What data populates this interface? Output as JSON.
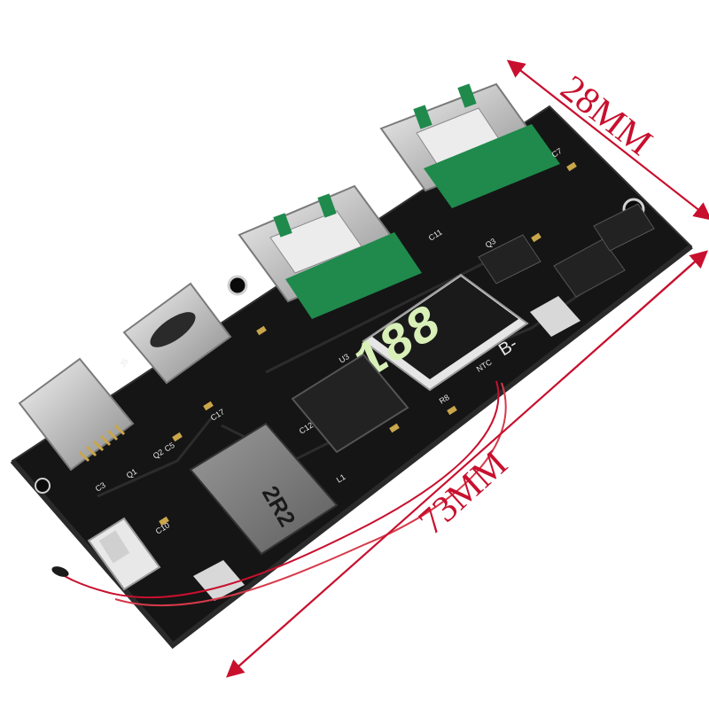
{
  "dimensions": {
    "width_label": "28MM",
    "length_label": "73MM"
  },
  "display": {
    "digits": "188"
  },
  "components": {
    "inductor_marking": "2R2",
    "u3_label": "U3",
    "q3_label": "Q3",
    "q1_label": "Q1",
    "q2_label": "Q2",
    "j5_label": "J5",
    "b_minus_label": "B-",
    "ntc_label": "NTC",
    "c7_label": "C7",
    "c5_label": "C5",
    "c3_label": "C3",
    "c10_label": "C10",
    "c11_label": "C11",
    "c12_label": "C12",
    "c17_label": "C17",
    "l1_label": "L1",
    "r8_label": "R8"
  },
  "colors": {
    "pcb": "#151515",
    "dimension_line": "#c8102e",
    "display_segment": "#d8f0b8",
    "usb_insulator": "#1f8a4c",
    "metal": "#c9c9c9"
  }
}
